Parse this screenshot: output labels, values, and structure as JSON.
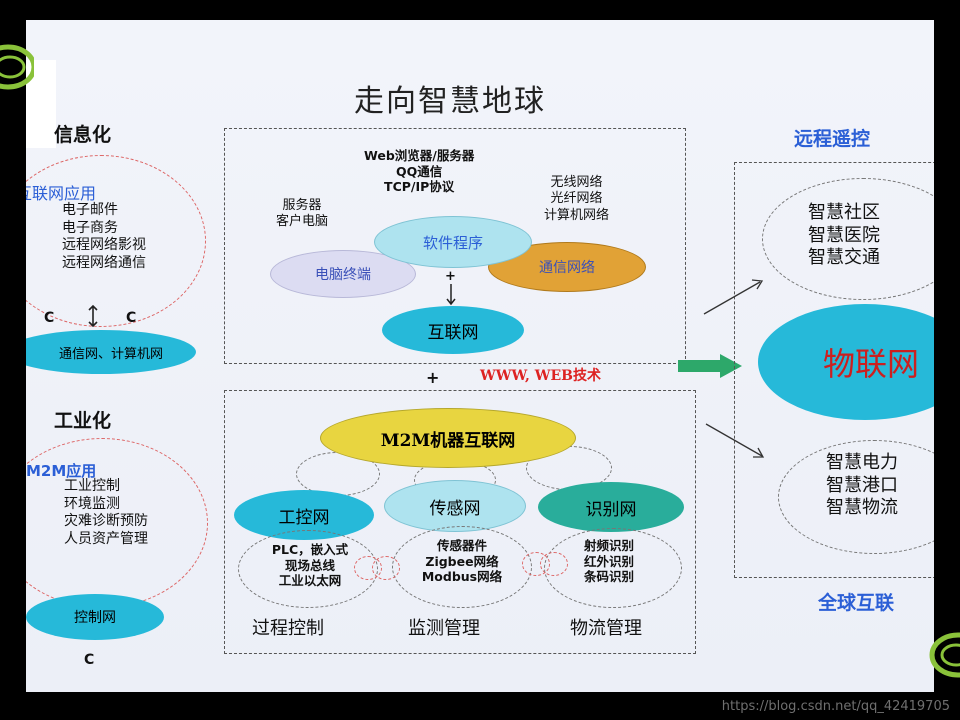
{
  "title": "走向智慧地球",
  "left": {
    "info_heading": "信息化",
    "internet_app_label": "互联网应用",
    "internet_apps": [
      "电子邮件",
      "电子商务",
      "远程网络影视",
      "远程网络通信"
    ],
    "c_left": "C",
    "c_right": "C",
    "telecom_label": "通信网、计算机网",
    "industry_heading": "工业化",
    "m2m_app_label": "M2M应用",
    "m2m_apps": [
      "工业控制",
      "环境监测",
      "灾难诊断预防",
      "人员资产管理"
    ],
    "control_net": "控制网",
    "c_bottom": "C"
  },
  "top_box": {
    "web_lines": [
      "Web浏览器/服务器",
      "QQ通信",
      "TCP/IP协议"
    ],
    "server_lines": [
      "服务器",
      "客户电脑"
    ],
    "wireless_lines": [
      "无线网络",
      "光纤网络",
      "计算机网络"
    ],
    "software": "软件程序",
    "pc_terminal": "电脑终端",
    "comm_network": "通信网络",
    "plus_small": "+",
    "internet": "互联网"
  },
  "middle": {
    "plus": "+",
    "web_tech": "WWW, WEB技术"
  },
  "bottom_box": {
    "m2m": "M2M机器互联网",
    "industrial_control": "工控网",
    "sensor_net": "传感网",
    "identification_net": "识别网",
    "plc_lines": [
      "PLC，嵌入式",
      "现场总线",
      "工业以太网"
    ],
    "sensor_lines": [
      "传感器件",
      "Zigbee网络",
      "Modbus网络"
    ],
    "rfid_lines": [
      "射频识别",
      "红外识别",
      "条码识别"
    ],
    "process_control": "过程控制",
    "monitoring": "监测管理",
    "logistics": "物流管理"
  },
  "right": {
    "remote_control": "远程遥控",
    "smart_top": [
      "智慧社区",
      "智慧医院",
      "智慧交通"
    ],
    "iot": "物联网",
    "smart_bottom": [
      "智慧电力",
      "智慧港口",
      "智慧物流"
    ],
    "global": "全球互联"
  },
  "watermark": "https://blog.csdn.net/qq_42419705",
  "colors": {
    "cyan": "#26b9d9",
    "light_blue": "#aee3ef",
    "lavender": "#dcdcf2",
    "orange": "#e1a236",
    "yellow": "#e8d540",
    "teal": "#29ad9b",
    "green_arrow": "#2da86a"
  }
}
